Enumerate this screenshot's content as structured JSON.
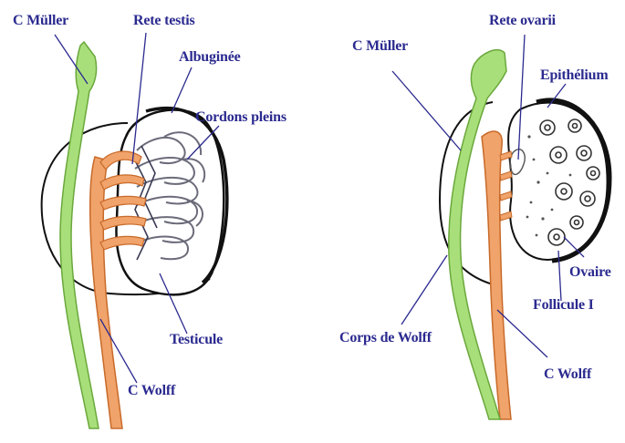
{
  "colors": {
    "label": "#2b2a8f",
    "muller_duct": "#a9df7a",
    "muller_outline": "#6aa83c",
    "wolff_duct": "#f0a36a",
    "wolff_outline": "#c86a2a",
    "outline": "#111111",
    "gonad_cords": "#6b6b7a"
  },
  "left_figure": {
    "labels": {
      "c_muller": "C Müller",
      "rete_testis": "Rete testis",
      "albuginee": "Albuginée",
      "cordons_pleins": "Cordons pleins",
      "testicule": "Testicule",
      "c_wolff": "C Wolff"
    }
  },
  "right_figure": {
    "labels": {
      "c_muller": "C Müller",
      "rete_ovarii": "Rete ovarii",
      "epithelium": "Epithélium",
      "ovaire": "Ovaire",
      "follicule": "Follicule I",
      "corps_de_wolff": "Corps de Wolff",
      "c_wolff": "C Wolff"
    }
  }
}
